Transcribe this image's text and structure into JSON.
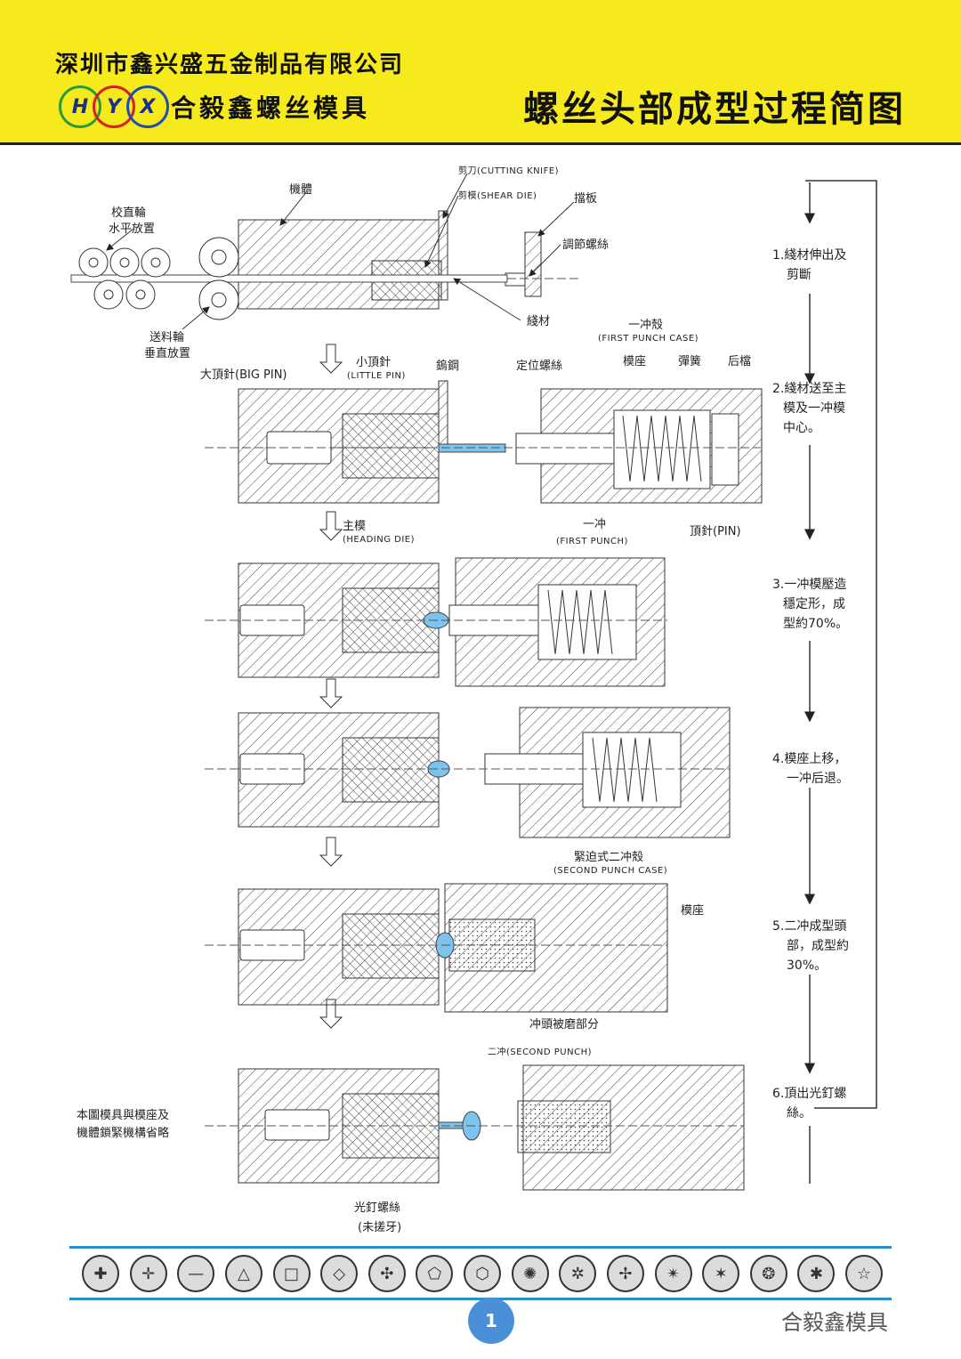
{
  "header": {
    "company": "深圳市鑫兴盛五金制品有限公司",
    "logo_letters": [
      "H",
      "Y",
      "X"
    ],
    "logo_ring_colors": [
      "#2c9a3a",
      "#d4202a",
      "#1e4fb0"
    ],
    "brand": "合毅鑫螺丝模具",
    "title": "螺丝头部成型过程简图"
  },
  "labels": {
    "jiti": "機體",
    "cutting_knife": "剪刀(CUTTING KNIFE)",
    "shear_die": "剪模(SHEAR DIE)",
    "dangban": "擋板",
    "jiaozhilun": "校直輪",
    "shuiping": "水平放置",
    "tiaojie": "調節螺絲",
    "xiancai": "綫材",
    "songliao": "送料輪",
    "chuizhi": "垂直放置",
    "first_punch_case_cn": "一冲殼",
    "first_punch_case_en": "(FIRST PUNCH CASE)",
    "little_pin_cn": "小頂針",
    "little_pin_en": "(LITTLE PIN)",
    "wugang": "鎢鋼",
    "dingwei": "定位螺絲",
    "mozuo": "模座",
    "tanhuang": "彈簧",
    "houdang": "后檔",
    "big_pin": "大頂針(BIG PIN)",
    "heading_die_cn": "主模",
    "heading_die_en": "(HEADING DIE)",
    "first_punch_cn": "一冲",
    "first_punch_en": "(FIRST PUNCH)",
    "pin": "頂針(PIN)",
    "second_case_cn": "緊迫式二冲殼",
    "second_case_en": "(SECOND PUNCH CASE)",
    "mozuo2": "模座",
    "worn": "冲頭被磨部分",
    "second_punch": "二冲(SECOND PUNCH)",
    "note_line1": "本圖模具與模座及",
    "note_line2": "機體鎖緊機構省略",
    "bolt_cn": "光釘螺絲",
    "bolt_note": "(未搓牙)"
  },
  "steps": [
    {
      "lines": [
        "1.綫材伸出及",
        "剪斷"
      ]
    },
    {
      "lines": [
        "2.綫材送至主",
        "模及一冲模",
        "中心。"
      ]
    },
    {
      "lines": [
        "3.一冲模壓造",
        "穩定形，成",
        "型約70%。"
      ]
    },
    {
      "lines": [
        "4.模座上移，",
        "一冲后退。"
      ]
    },
    {
      "lines": [
        "5.二冲成型頭",
        "部，成型約",
        "30%。"
      ]
    },
    {
      "lines": [
        "6.頂出光釘螺",
        "絲。"
      ]
    }
  ],
  "drive_icons": [
    "phillips-icon",
    "cross-slot-icon",
    "slot-icon",
    "triangle-icon",
    "square-icon",
    "square-phillips-icon",
    "pozi-square-icon",
    "pentagon-icon",
    "hexagon-icon",
    "hex-lobular-icon",
    "torx-icon",
    "clutch-icon",
    "spline-icon",
    "star-icon",
    "pin-torx-icon",
    "six-point-star-icon",
    "star-circle-icon"
  ],
  "drive_glyphs": [
    "✚",
    "✛",
    "—",
    "△",
    "□",
    "◇",
    "✣",
    "⬠",
    "⬡",
    "✺",
    "✲",
    "✢",
    "✴",
    "✶",
    "❂",
    "✱",
    "☆"
  ],
  "page_number": "1",
  "watermark": "合毅鑫模具",
  "colors": {
    "header_bg": "#f7ea1c",
    "accent_blue": "#2a8fc6",
    "wire_blue": "#7cc4ee"
  }
}
